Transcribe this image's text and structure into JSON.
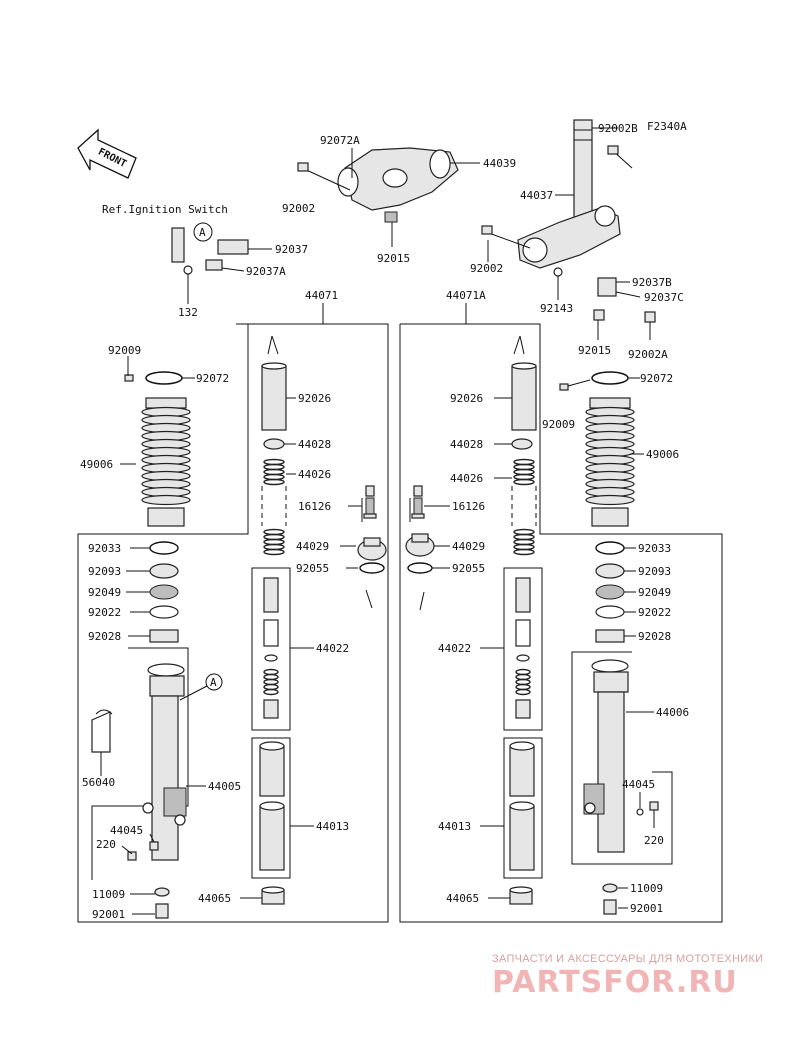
{
  "figure_code": "F2340A",
  "front_label": "FRONT",
  "ref_text": "Ref.Ignition Switch",
  "callout_letter": "A",
  "watermark": {
    "line1": "ЗАПЧАСТИ И АКСЕССУАРЫ ДЛЯ МОТОТЕХНИКИ",
    "line2": "PARTSFOR.RU"
  },
  "parts": {
    "p92072A": "92072A",
    "p44039": "44039",
    "p92002_l": "92002",
    "p92015_l": "92015",
    "p92037": "92037",
    "p92037A": "92037A",
    "p132": "132",
    "p92002B": "92002B",
    "p44037": "44037",
    "p92002_r": "92002",
    "p92037B": "92037B",
    "p92037C": "92037C",
    "p92143": "92143",
    "p92015_r": "92015",
    "p92002A": "92002A",
    "p44071": "44071",
    "p44071A": "44071A",
    "p92009_l": "92009",
    "p92072_l": "92072",
    "p49006_l": "49006",
    "p92026_l": "92026",
    "p44028_l": "44028",
    "p44026_l": "44026",
    "p16126_l": "16126",
    "p44029_l": "44029",
    "p92055_l": "92055",
    "p92033_l": "92033",
    "p92093_l": "92093",
    "p92049_l": "92049",
    "p92022_l": "92022",
    "p92028_l": "92028",
    "p44022_l": "44022",
    "p56040": "56040",
    "p44005": "44005",
    "p44045_l": "44045",
    "p220_l": "220",
    "p44013_l": "44013",
    "p11009_l": "11009",
    "p44065_l": "44065",
    "p92001_l": "92001",
    "p92026_r": "92026",
    "p92009_r": "92009",
    "p92072_r": "92072",
    "p44028_r": "44028",
    "p44026_r": "44026",
    "p49006_r": "49006",
    "p16126_r": "16126",
    "p44029_r": "44029",
    "p92055_r": "92055",
    "p92033_r": "92033",
    "p92093_r": "92093",
    "p92049_r": "92049",
    "p92022_r": "92022",
    "p92028_r": "92028",
    "p44022_r": "44022",
    "p44006": "44006",
    "p44045_r": "44045",
    "p220_r": "220",
    "p44013_r": "44013",
    "p11009_r": "11009",
    "p44065_r": "44065",
    "p92001_r": "92001"
  }
}
